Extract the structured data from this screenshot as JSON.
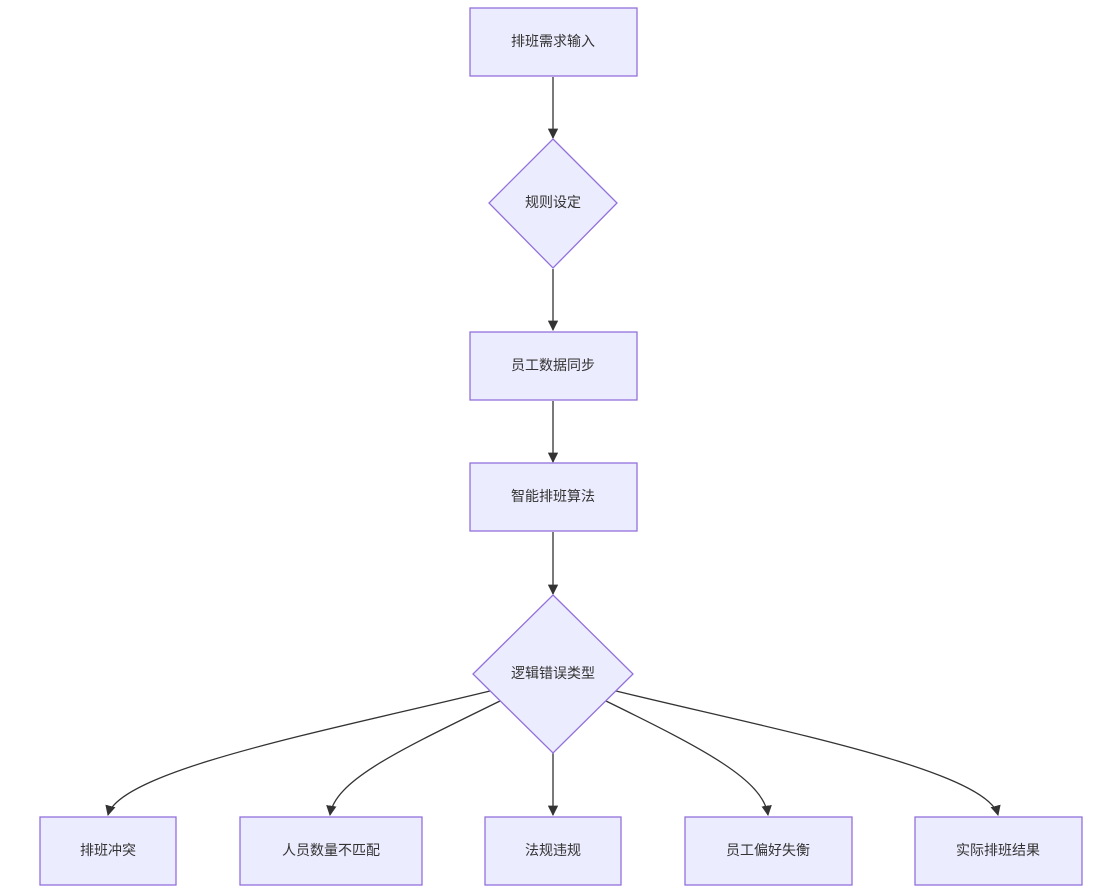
{
  "nodes": {
    "input": "排班需求输入",
    "rules": "规则设定",
    "sync": "员工数据同步",
    "algo": "智能排班算法",
    "errtype": "逻辑错误类型",
    "conflict": "排班冲突",
    "mismatch": "人员数量不匹配",
    "violation": "法规违规",
    "imbalance": "员工偏好失衡",
    "result": "实际排班结果"
  },
  "colors": {
    "node_fill": "#ececff",
    "node_stroke": "#9370db",
    "edge": "#333333",
    "text": "#333333"
  }
}
